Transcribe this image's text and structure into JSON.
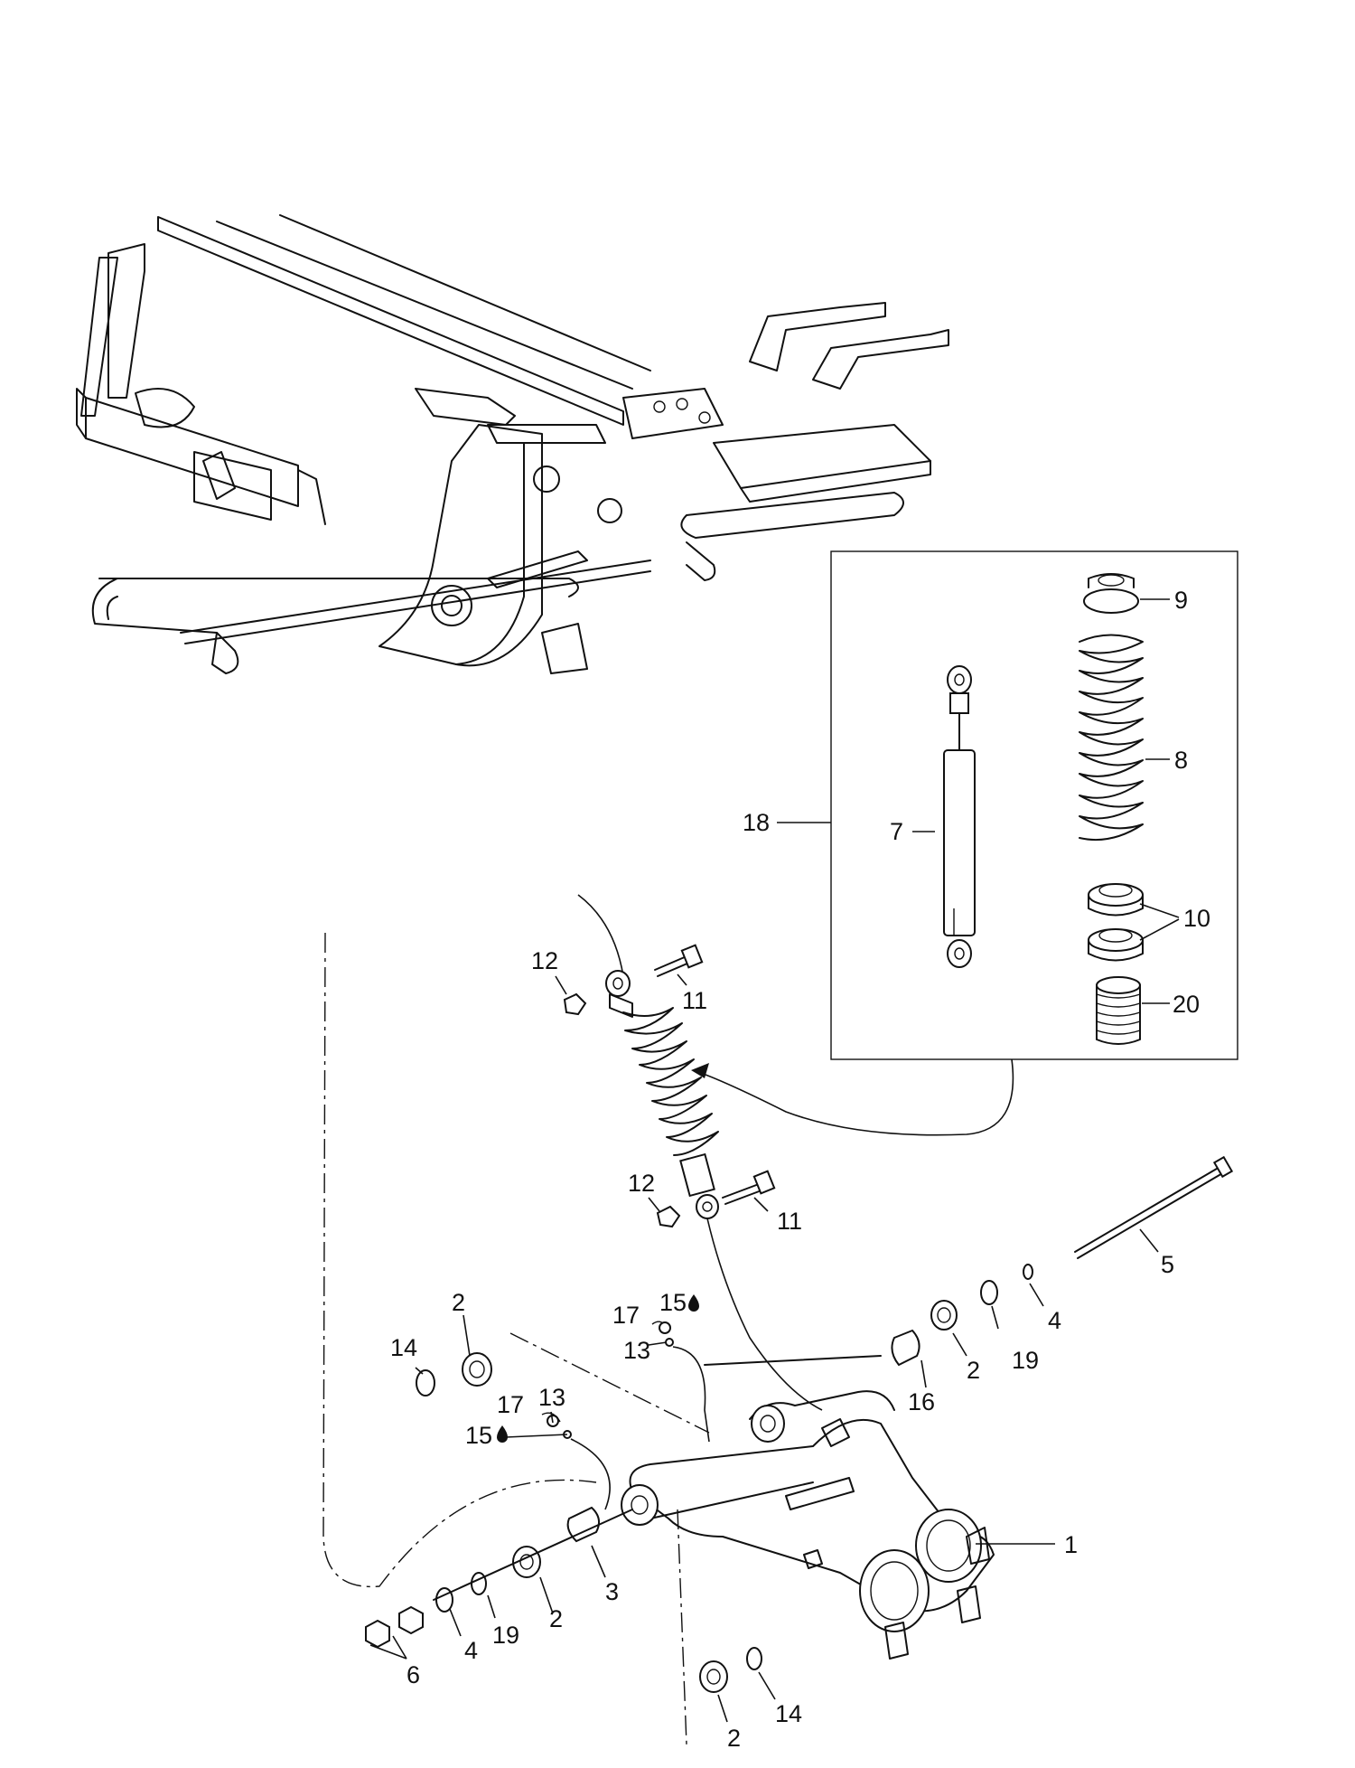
{
  "callouts": [
    {
      "id": "c1",
      "text": "1"
    },
    {
      "id": "c2a",
      "text": "2"
    },
    {
      "id": "c2b",
      "text": "2"
    },
    {
      "id": "c2c",
      "text": "2"
    },
    {
      "id": "c2d",
      "text": "2"
    },
    {
      "id": "c3",
      "text": "3"
    },
    {
      "id": "c4a",
      "text": "4"
    },
    {
      "id": "c4b",
      "text": "4"
    },
    {
      "id": "c5",
      "text": "5"
    },
    {
      "id": "c6",
      "text": "6"
    },
    {
      "id": "c7",
      "text": "7"
    },
    {
      "id": "c8",
      "text": "8"
    },
    {
      "id": "c9",
      "text": "9"
    },
    {
      "id": "c10",
      "text": "10"
    },
    {
      "id": "c11a",
      "text": "11"
    },
    {
      "id": "c11b",
      "text": "11"
    },
    {
      "id": "c12a",
      "text": "12"
    },
    {
      "id": "c12b",
      "text": "12"
    },
    {
      "id": "c13a",
      "text": "13"
    },
    {
      "id": "c13b",
      "text": "13"
    },
    {
      "id": "c14a",
      "text": "14"
    },
    {
      "id": "c14b",
      "text": "14"
    },
    {
      "id": "c15a",
      "text": "15"
    },
    {
      "id": "c15b",
      "text": "15"
    },
    {
      "id": "c16",
      "text": "16"
    },
    {
      "id": "c17a",
      "text": "17"
    },
    {
      "id": "c17b",
      "text": "17"
    },
    {
      "id": "c18",
      "text": "18"
    },
    {
      "id": "c19a",
      "text": "19"
    },
    {
      "id": "c19b",
      "text": "19"
    },
    {
      "id": "c20",
      "text": "20"
    }
  ],
  "icons": {
    "grease": "grease-drop-icon"
  },
  "colors": {
    "line": "#111111",
    "background": "#ffffff"
  }
}
